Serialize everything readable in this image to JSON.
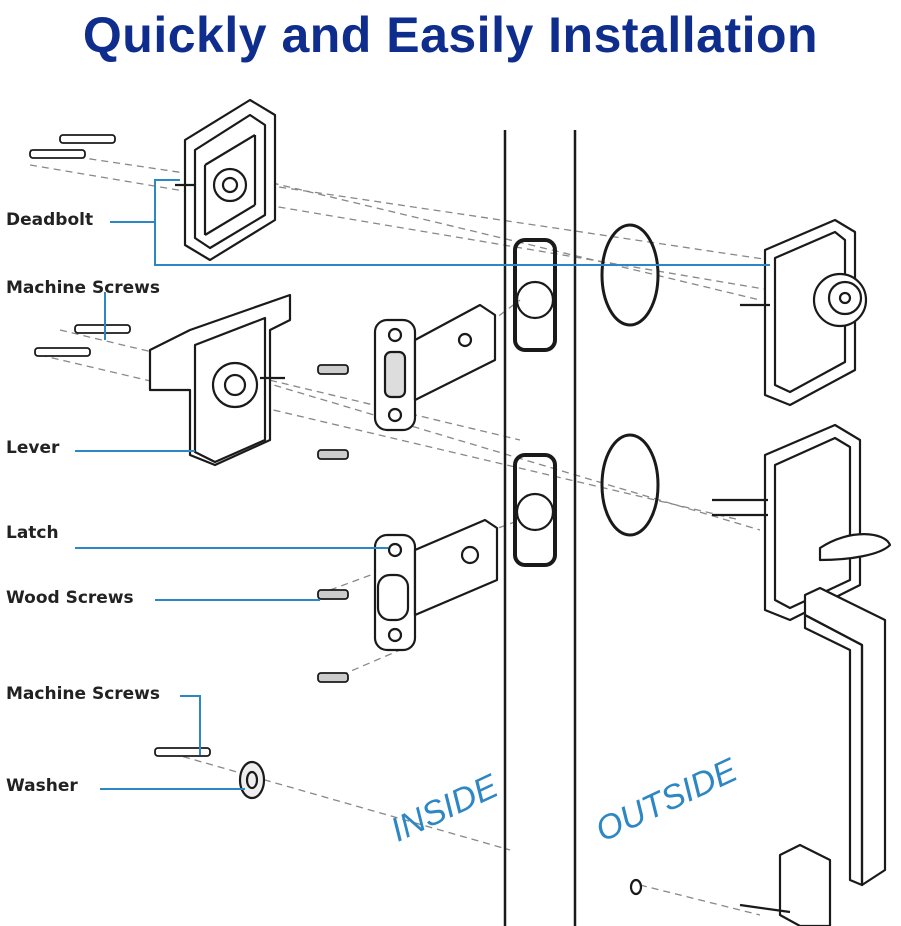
{
  "title": "Quickly and Easily Installation",
  "labels": {
    "deadbolt": "Deadbolt",
    "machine_screws_top": "Machine Screws",
    "lever": "Lever",
    "latch": "Latch",
    "wood_screws": "Wood Screws",
    "machine_screws_bottom": "Machine Screws",
    "washer": "Washer"
  },
  "sides": {
    "inside": "INSIDE",
    "outside": "OUTSIDE"
  },
  "colors": {
    "title": "#0f2d8c",
    "leader": "#2c87c4",
    "outline": "#1a1a1a"
  }
}
